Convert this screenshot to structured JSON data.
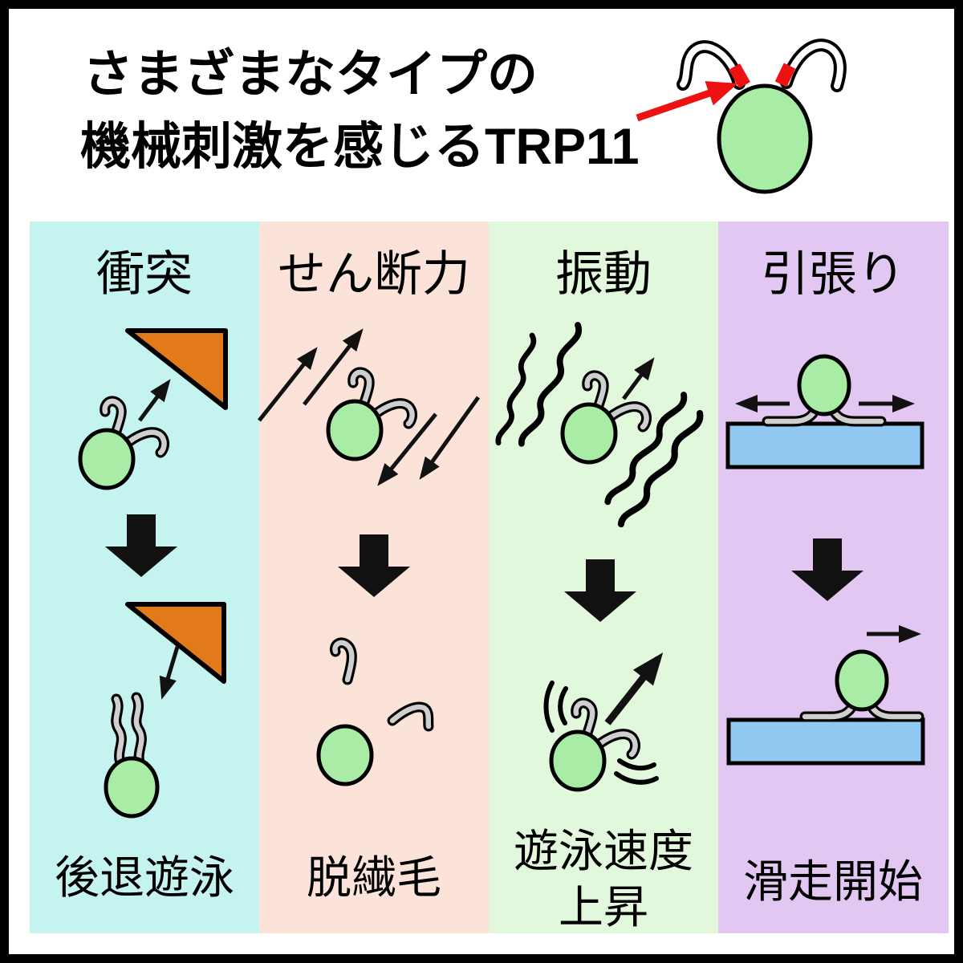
{
  "title": {
    "line1": "さまざまなタイプの",
    "line2": "機械刺激を感じるTRP11"
  },
  "columns": [
    {
      "stimulus": "衝突",
      "response": "後退遊泳",
      "bg": "#c5f3ef"
    },
    {
      "stimulus": "せん断力",
      "response": "脱繊毛",
      "bg": "#fbe3da"
    },
    {
      "stimulus": "振動",
      "response_line1": "遊泳速度",
      "response_line2": "上昇",
      "bg": "#e2f8dd"
    },
    {
      "stimulus": "引張り",
      "response": "滑走開始",
      "bg": "#e1c7f2"
    }
  ],
  "colors": {
    "cell_body": "#a9eca6",
    "flagella_inner": "#cfcfcf",
    "flagella_inner_header": "#ffffff",
    "obstacle_orange": "#e27a1a",
    "substrate_blue": "#90c8f2",
    "trp11_red": "#ee1111",
    "arrow_black": "#111111",
    "outline_black": "#000000"
  }
}
